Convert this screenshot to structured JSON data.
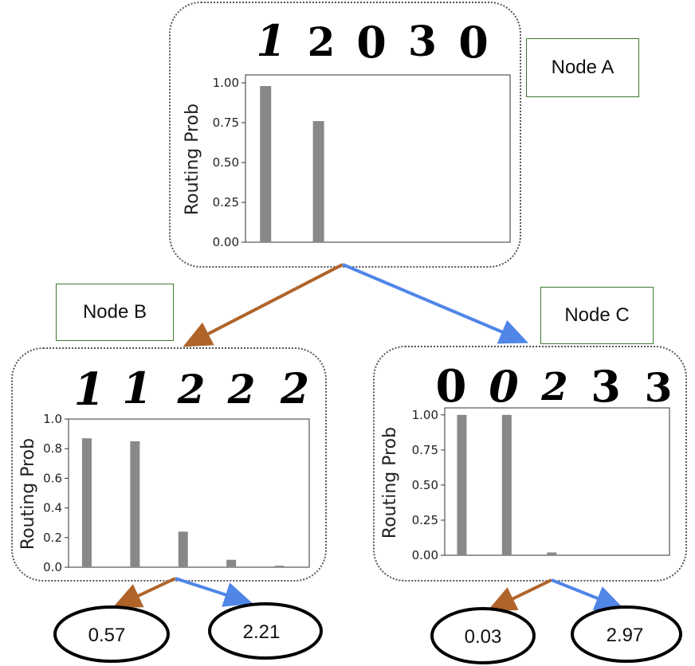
{
  "nodes": {
    "a": {
      "label": "Node A",
      "digits": [
        "1",
        "2",
        "0",
        "3",
        "0"
      ]
    },
    "b": {
      "label": "Node B",
      "digits": [
        "1",
        "1",
        "2",
        "2",
        "2"
      ]
    },
    "c": {
      "label": "Node C",
      "digits": [
        "0",
        "0",
        "2",
        "3",
        "3"
      ]
    }
  },
  "leaves": {
    "b_left": "0.57",
    "b_right": "2.21",
    "c_left": "0.03",
    "c_right": "2.97"
  },
  "colors": {
    "left_edge": "#b0642a",
    "right_edge": "#4f86e8",
    "bar": "#888888",
    "node_border": "#3d7a2e"
  },
  "chart_data": [
    {
      "id": "a",
      "type": "bar",
      "ylabel": "Routing Prob",
      "ylim": [
        0,
        1.05
      ],
      "yticks": [
        "0.00",
        "0.25",
        "0.50",
        "0.75",
        "1.00"
      ],
      "ytick_values": [
        0,
        0.25,
        0.5,
        0.75,
        1.0
      ],
      "values": [
        0.98,
        0.76,
        0,
        0,
        0
      ]
    },
    {
      "id": "b",
      "type": "bar",
      "ylabel": "Routing Prob",
      "ylim": [
        0,
        1.0
      ],
      "yticks": [
        "0.0",
        "0.2",
        "0.4",
        "0.6",
        "0.8",
        "1.0"
      ],
      "ytick_values": [
        0,
        0.2,
        0.4,
        0.6,
        0.8,
        1.0
      ],
      "values": [
        0.87,
        0.85,
        0.24,
        0.05,
        0.01
      ]
    },
    {
      "id": "c",
      "type": "bar",
      "ylabel": "Routing Prob",
      "ylim": [
        0,
        1.05
      ],
      "yticks": [
        "0.00",
        "0.25",
        "0.50",
        "0.75",
        "1.00"
      ],
      "ytick_values": [
        0,
        0.25,
        0.5,
        0.75,
        1.0
      ],
      "values": [
        1.0,
        1.0,
        0.02,
        0,
        0
      ]
    }
  ]
}
